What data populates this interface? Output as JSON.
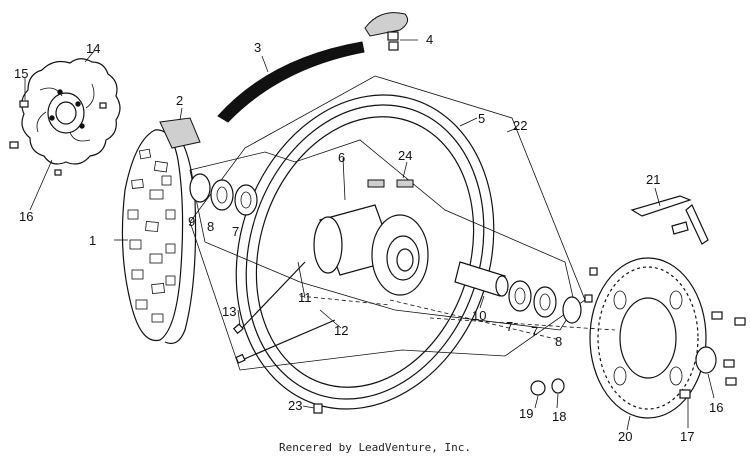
{
  "callouts": {
    "c1": "1",
    "c2": "2",
    "c3": "3",
    "c4": "4",
    "c5": "5",
    "c6": "6",
    "c7a": "7",
    "c7b": "7",
    "c7c": "7",
    "c8a": "8",
    "c8b": "8",
    "c9": "9",
    "c10": "10",
    "c11": "11",
    "c12": "12",
    "c13": "13",
    "c14": "14",
    "c15": "15",
    "c16a": "16",
    "c16b": "16",
    "c17": "17",
    "c18": "18",
    "c19": "19",
    "c20": "20",
    "c21": "21",
    "c22": "22",
    "c23": "23",
    "c24": "24"
  },
  "credit": "Rencered by LeadVenture, Inc."
}
